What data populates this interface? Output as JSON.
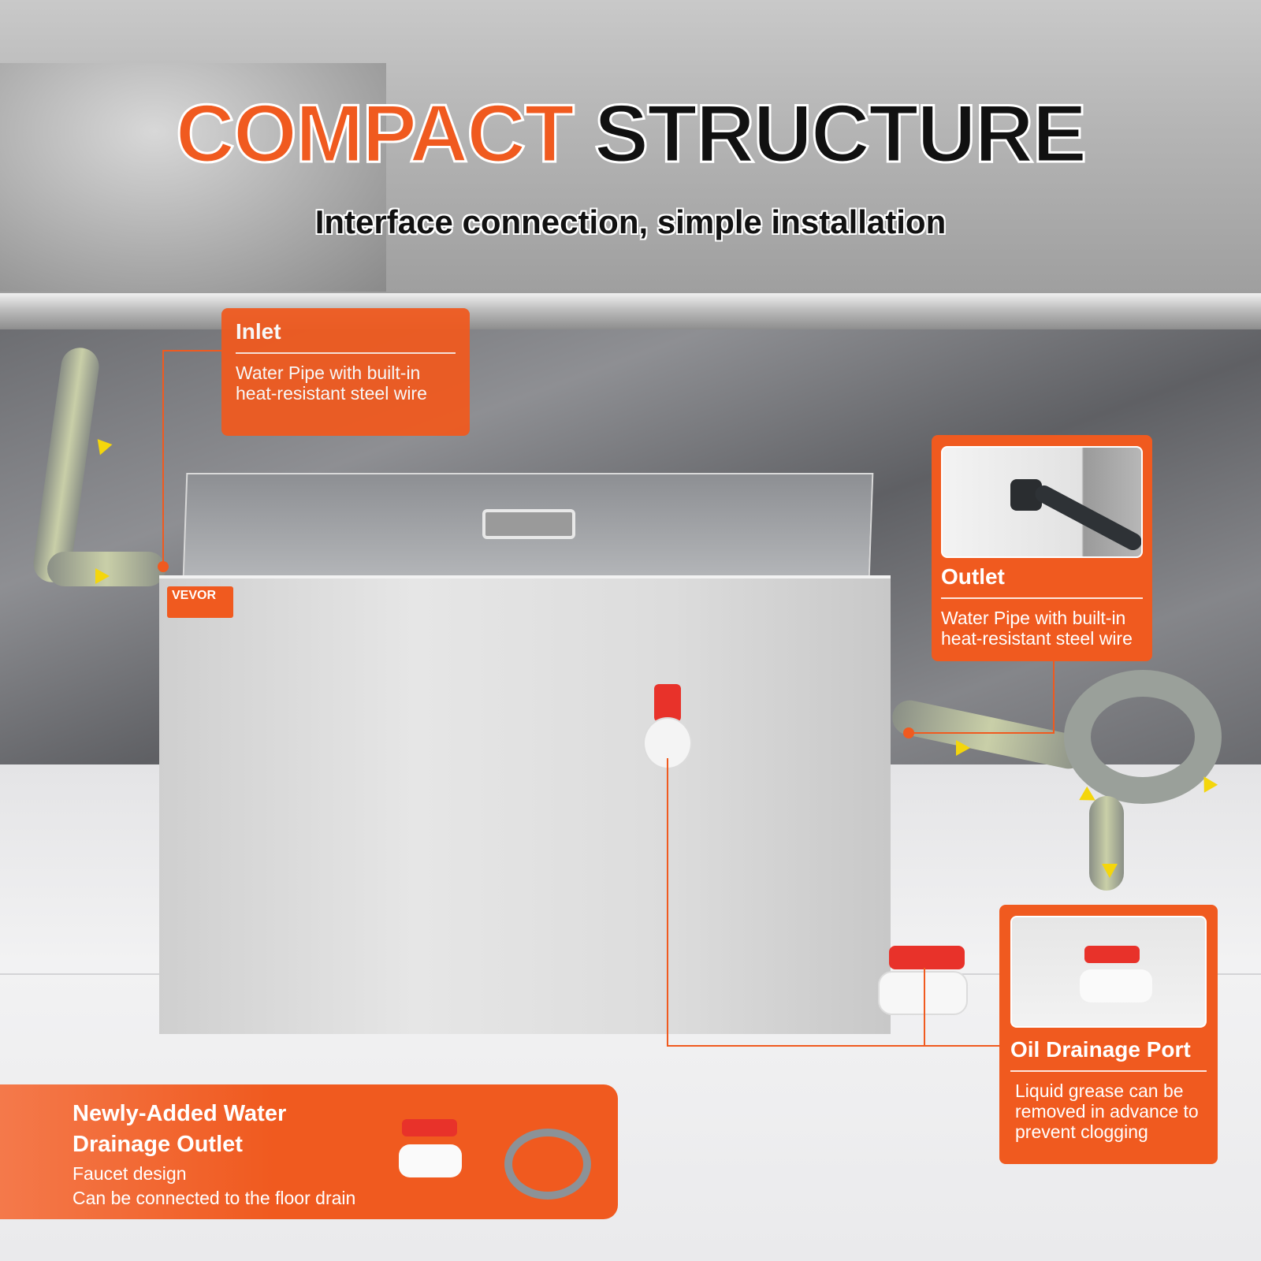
{
  "headline": {
    "word_highlight": "COMPACT",
    "word_dark": "STRUCTURE",
    "subtitle": "Interface connection, simple installation"
  },
  "product": {
    "brand": "VEVOR"
  },
  "callouts": {
    "inlet": {
      "title": "Inlet",
      "description": "Water Pipe with built-in heat-resistant steel wire"
    },
    "outlet": {
      "title": "Outlet",
      "description": "Water Pipe with built-in heat-resistant steel wire"
    },
    "oil_drainage": {
      "title": "Oil Drainage Port",
      "description": "Liquid grease can be removed in advance to prevent clogging"
    },
    "water_drainage": {
      "title": "Newly-Added  Water Drainage Outlet",
      "line1": "Faucet design",
      "line2": "Can be connected to the floor drain"
    }
  },
  "colors": {
    "accent": "#f05a1f",
    "dark": "#111111",
    "arrow": "#f4d60c",
    "valve_red": "#e8322a"
  },
  "icons": [
    "flow-arrow-icon",
    "ball-valve-icon",
    "hose-icon"
  ]
}
